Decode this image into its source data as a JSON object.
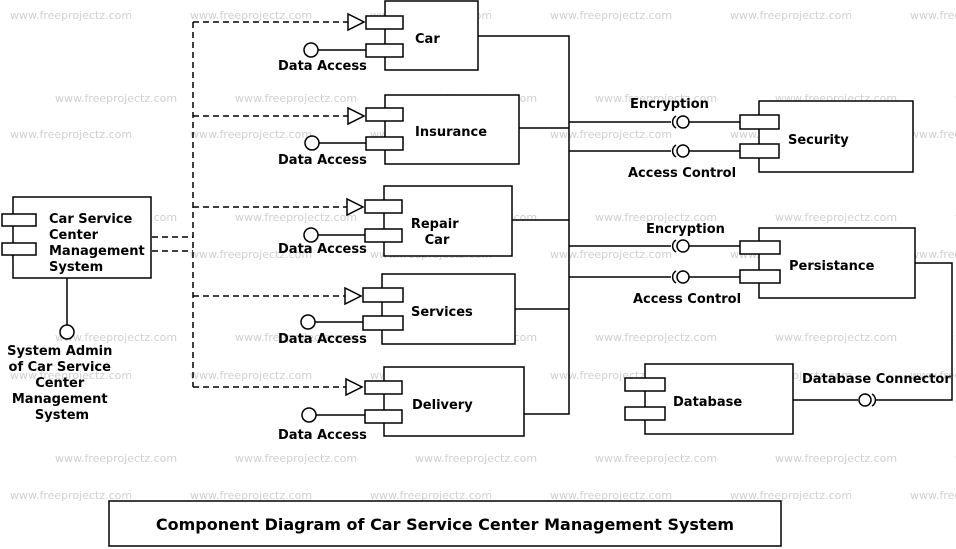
{
  "watermark": "www.freeprojectz.com",
  "title": "Component Diagram of Car Service Center Management System",
  "main_component": [
    "Car Service",
    "Center",
    "Management",
    "System"
  ],
  "admin_interface": [
    "System Admin",
    "of Car Service",
    "Center",
    "Management",
    "System"
  ],
  "components": {
    "car": [
      "Car"
    ],
    "insurance": [
      "Insurance"
    ],
    "repair_car": [
      "Repair",
      "Car"
    ],
    "services": [
      "Services"
    ],
    "delivery": [
      "Delivery"
    ],
    "security": [
      "Security"
    ],
    "persistance": [
      "Persistance"
    ],
    "database": [
      "Database"
    ]
  },
  "interfaces": {
    "data_access": "Data Access",
    "encryption": "Encryption",
    "access_control": "Access Control",
    "database_connector": "Database Connector"
  }
}
